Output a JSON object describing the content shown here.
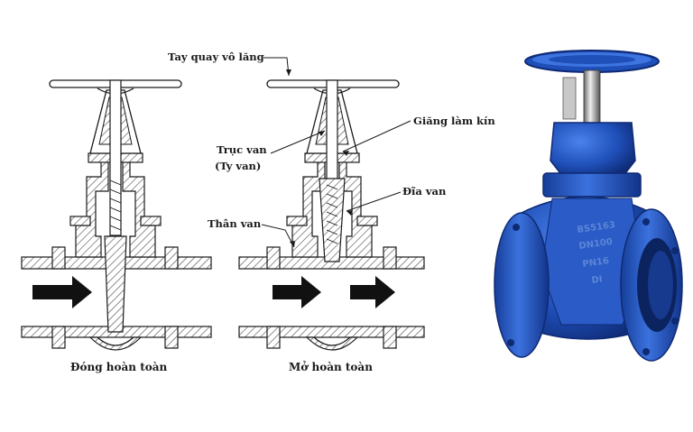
{
  "labels": {
    "handwheel": "Tay quay vô lăng",
    "seal": "Giăng làm kín",
    "stem_line1": "Trục van",
    "stem_line2": "(Ty van)",
    "disc": "Đĩa van",
    "body": "Thân van"
  },
  "captions": {
    "closed": "Đóng hoàn toàn",
    "open": "Mở hoàn toàn"
  },
  "photo": {
    "body_marking_lines": [
      "BS5163",
      "DN100",
      "PN16",
      "DI"
    ]
  },
  "colors": {
    "line": "#1a1a1a",
    "hatch": "#555555",
    "valve_blue": "#1f4fb8",
    "valve_blue_dark": "#12358a",
    "valve_blue_light": "#3d74e0"
  }
}
